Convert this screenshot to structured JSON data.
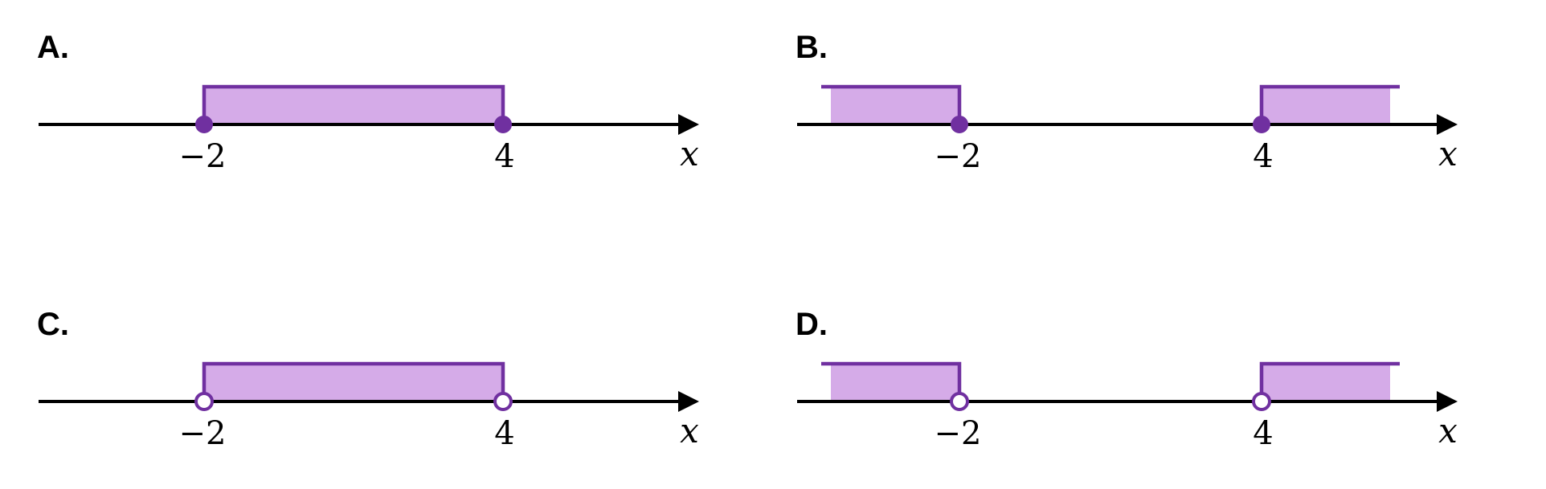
{
  "colors": {
    "shade": "#d5abe8",
    "accent": "#7030a0",
    "axis": "#000000",
    "open_fill": "#ffffff"
  },
  "options": [
    {
      "label": "A.",
      "kind": "between",
      "endpoints": "closed",
      "tick_labels": [
        "−2",
        "4"
      ],
      "variable": "x"
    },
    {
      "label": "B.",
      "kind": "outside",
      "endpoints": "closed",
      "tick_labels": [
        "−2",
        "4"
      ],
      "variable": "x"
    },
    {
      "label": "C.",
      "kind": "between",
      "endpoints": "open",
      "tick_labels": [
        "−2",
        "4"
      ],
      "variable": "x"
    },
    {
      "label": "D.",
      "kind": "outside",
      "endpoints": "open",
      "tick_labels": [
        "−2",
        "4"
      ],
      "variable": "x"
    }
  ]
}
